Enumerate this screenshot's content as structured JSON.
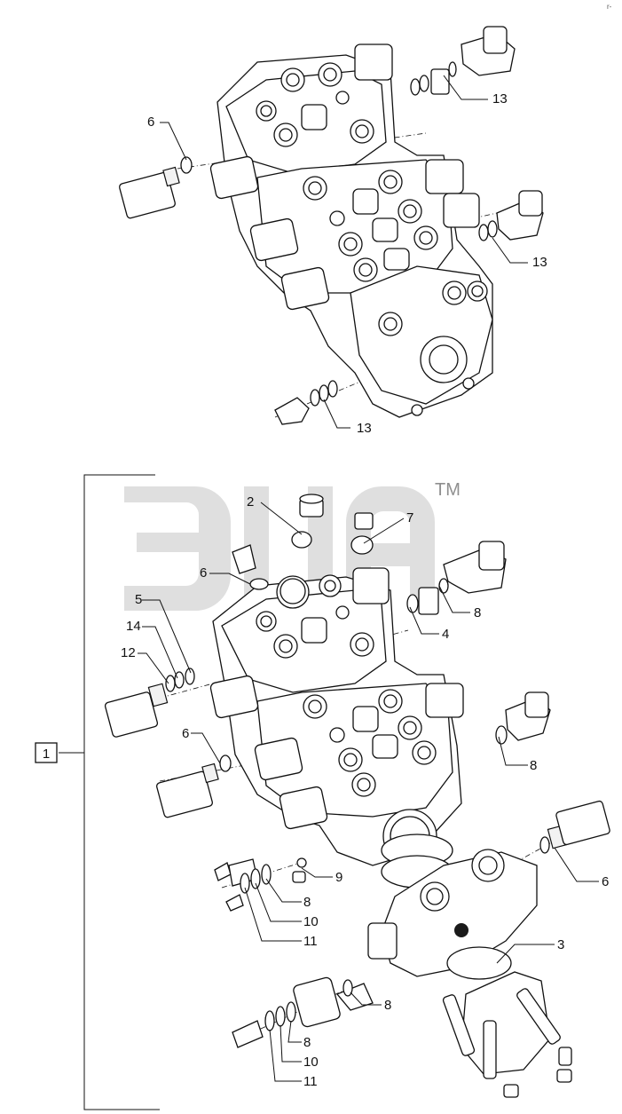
{
  "watermark": {
    "text": "ЭПА",
    "trademark": "TM"
  },
  "group_label": "1",
  "upper_callouts": [
    "6",
    "13",
    "13",
    "13"
  ],
  "lower_callouts": [
    "2",
    "7",
    "6",
    "5",
    "14",
    "12",
    "4",
    "8",
    "6",
    "8",
    "9",
    "6",
    "8",
    "10",
    "11",
    "3",
    "8",
    "8",
    "10",
    "11"
  ],
  "corner_mark": "r-"
}
